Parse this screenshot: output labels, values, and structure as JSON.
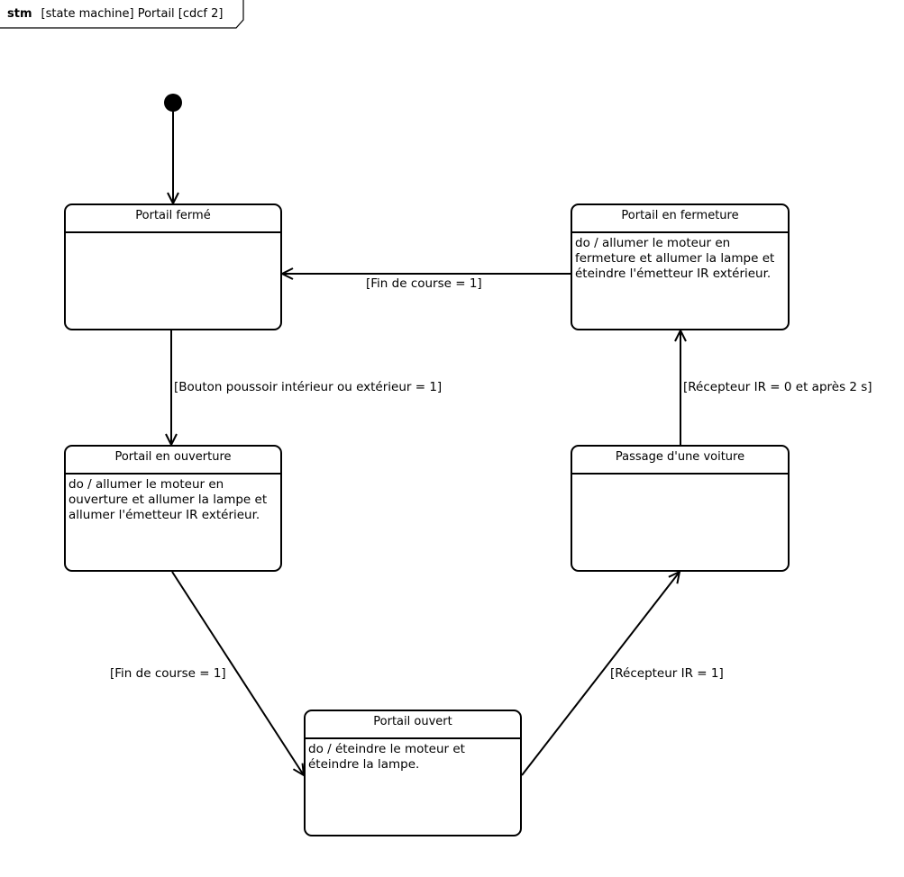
{
  "frame": {
    "keyword": "stm",
    "title": "[state machine] Portail [cdcf 2]"
  },
  "states": {
    "ferme": {
      "name": "Portail fermé",
      "activity": ""
    },
    "fermeture": {
      "name": "Portail en fermeture",
      "activity": "do / allumer le moteur en fermeture et allumer la lampe et éteindre l'émetteur IR extérieur."
    },
    "ouverture": {
      "name": "Portail en ouverture",
      "activity": "do / allumer le moteur en ouverture et allumer la lampe et allumer l'émetteur IR extérieur."
    },
    "passage": {
      "name": "Passage d'une voiture",
      "activity": ""
    },
    "ouvert": {
      "name": "Portail ouvert",
      "activity": "do / éteindre le moteur et éteindre la lampe."
    }
  },
  "transitions": {
    "fermeture_to_ferme": "[Fin de course = 1]",
    "ferme_to_ouverture": "[Bouton poussoir intérieur ou extérieur = 1]",
    "ouverture_to_ouvert": "[Fin de course = 1]",
    "ouvert_to_passage": "[Récepteur IR = 1]",
    "passage_to_fermeture": "[Récepteur IR = 0 et après 2 s]"
  }
}
